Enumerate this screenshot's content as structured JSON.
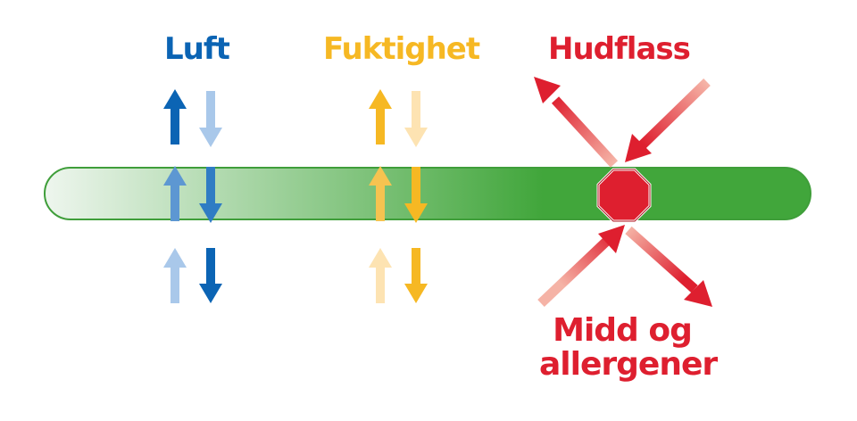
{
  "labels": {
    "air": "Luft",
    "moisture": "Fuktighet",
    "skin_flakes": "Hudflass",
    "mites": "Midd og allergener"
  },
  "colors": {
    "blue": "#0b64b4",
    "blue_light": "#a9c8ea",
    "yellow": "#f6b823",
    "yellow_light": "#fde3b2",
    "red": "#de1f2f",
    "red_light": "#f2a597",
    "green": "#41a63b",
    "bar_start": "#eef6ee"
  },
  "icons": {
    "stop": "stop-octagon-icon",
    "arrow": "arrow-icon"
  }
}
